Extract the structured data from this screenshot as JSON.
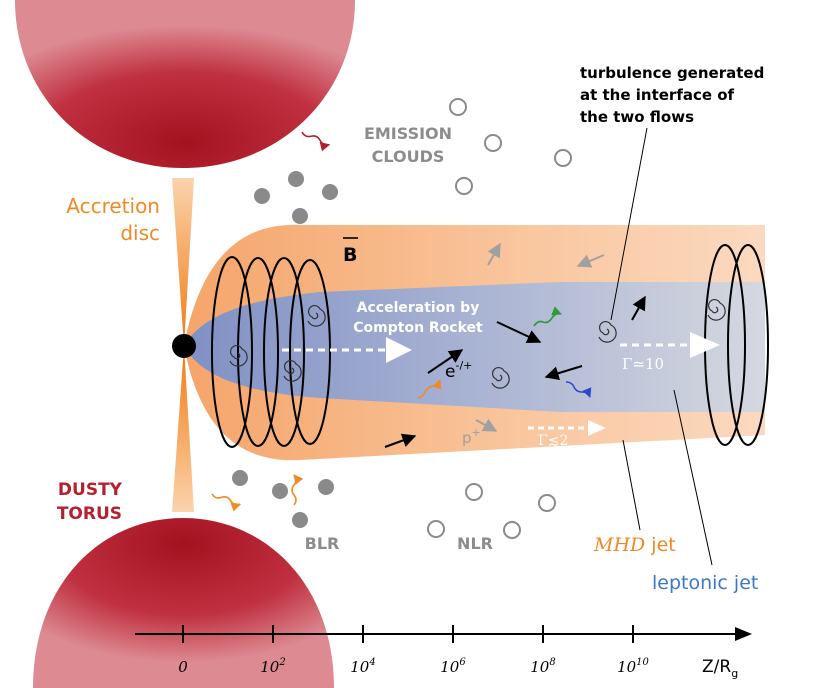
{
  "labels": {
    "accretion_line1": "Accretion",
    "accretion_line2": "disc",
    "dusty_line1": "DUSTY",
    "dusty_line2": "TORUS",
    "emission_line1": "EMISSION",
    "emission_line2": "CLOUDS",
    "turb_line1": "turbulence generated",
    "turb_line2": "at the interface of",
    "turb_line3": "the two flows",
    "bfield": "B",
    "accel_line1": "Acceleration by",
    "accel_line2": "Compton Rocket",
    "electron": "e",
    "electron_sup": "-/+",
    "proton": "p",
    "proton_sup": "+",
    "gamma_fast": "Γ≃10",
    "gamma_slow": "Γ≲2",
    "blr": "BLR",
    "nlr": "NLR",
    "mhd_italic": "MHD",
    "mhd_rest": " jet",
    "leptonic": "leptonic jet"
  },
  "axis": {
    "ticks": [
      {
        "base": "0",
        "exp": ""
      },
      {
        "base": "10",
        "exp": "2"
      },
      {
        "base": "10",
        "exp": "4"
      },
      {
        "base": "10",
        "exp": "6"
      },
      {
        "base": "10",
        "exp": "8"
      },
      {
        "base": "10",
        "exp": "10"
      }
    ],
    "label_main": "Z/R",
    "label_sub": "g"
  },
  "colors": {
    "torus": "#b5202e",
    "accretion": "#f08a24",
    "mhd_jet": "#f6b27c",
    "leptonic_jet": "#8d9cc8",
    "gray_text": "#8c8c8c",
    "leptonic_text": "#3b78c8"
  }
}
